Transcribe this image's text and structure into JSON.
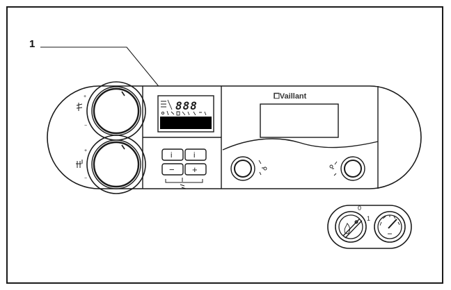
{
  "callout": {
    "number": "1"
  },
  "display": {
    "digits": "888"
  },
  "brand": {
    "name": "⧠Vaillant"
  },
  "buttons": {
    "info": "i",
    "minus": "−",
    "plus": "+"
  },
  "switch": {
    "off": "0",
    "on": "1"
  },
  "colors": {
    "line": "#1a1a1a",
    "panel_fill": "#ffffff",
    "lcd_bar": "#000000"
  },
  "icons": [
    "radiator-icon",
    "hot-water-tap-icon",
    "flame-icon",
    "pressure-gauge-icon"
  ]
}
